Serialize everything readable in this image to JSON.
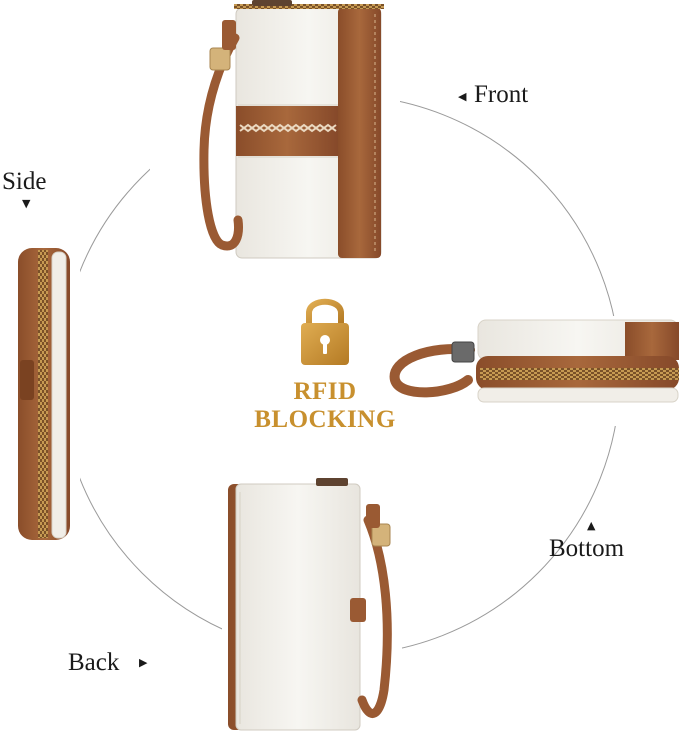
{
  "labels": {
    "front": "Front",
    "side": "Side",
    "bottom": "Bottom",
    "back": "Back"
  },
  "badge": {
    "line1": "RFID",
    "line2": "BLOCKING",
    "icon": "padlock-icon"
  },
  "colors": {
    "leather_brown": "#9a5a33",
    "cream": "#f2f0ea",
    "gold": "#c8902e",
    "circle": "#8e8e8e"
  }
}
